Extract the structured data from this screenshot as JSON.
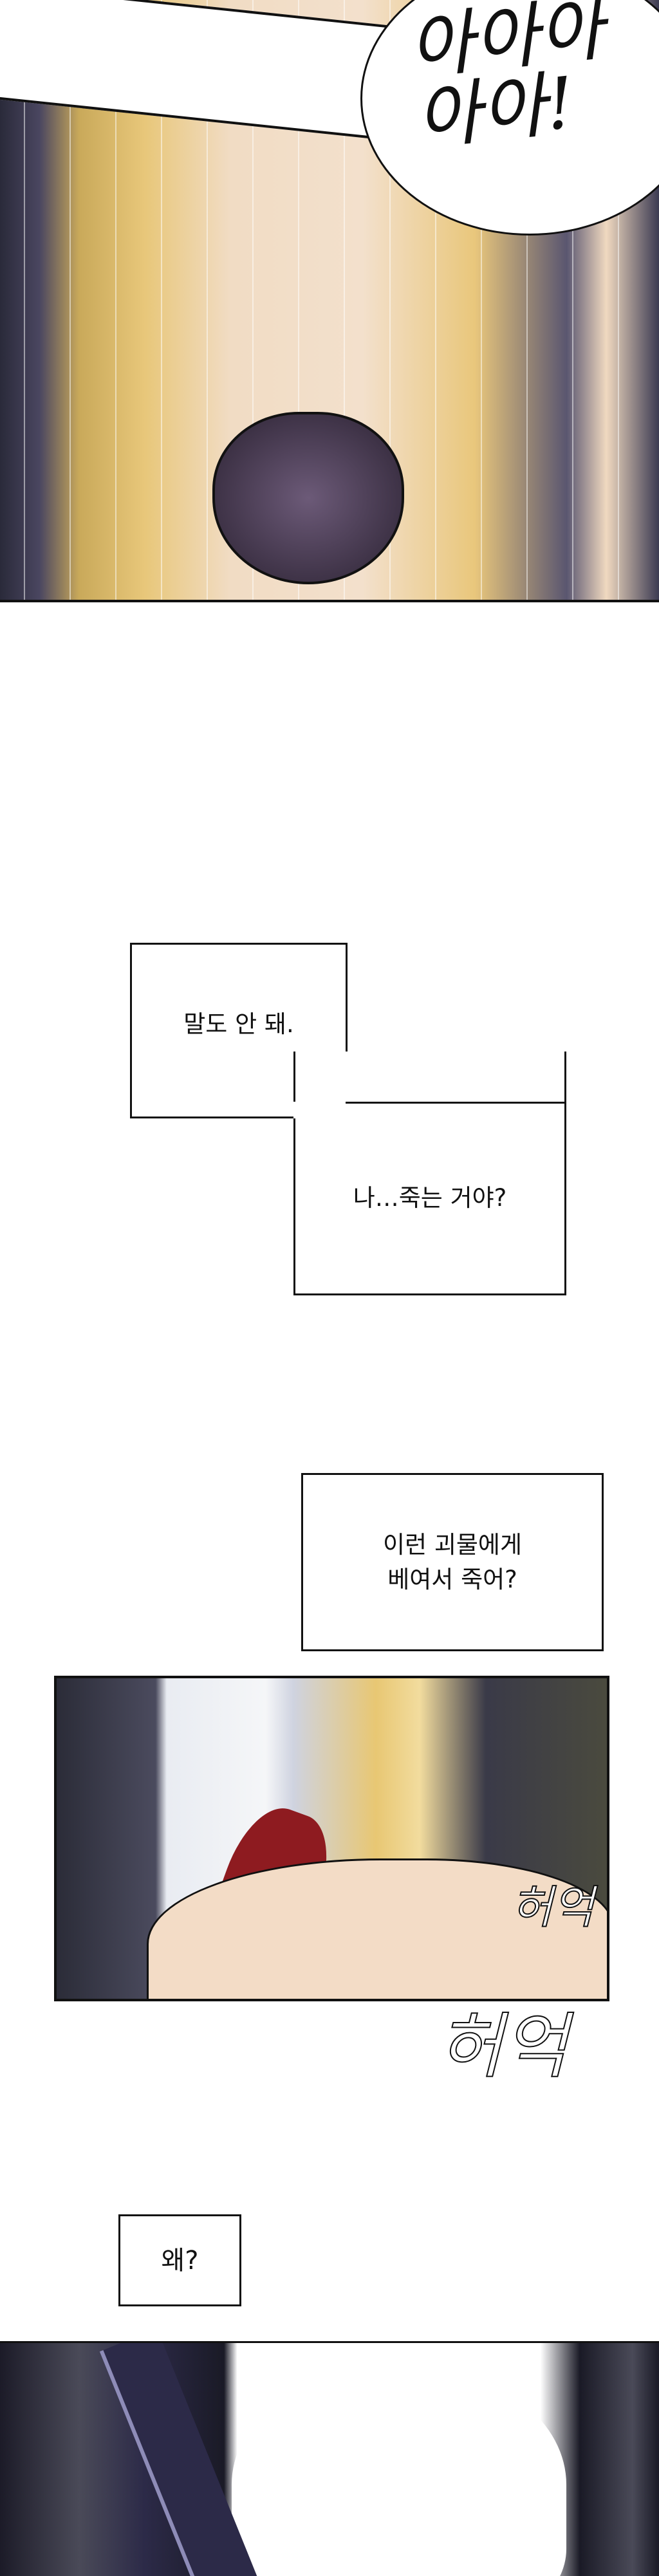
{
  "panel1": {
    "sfx": "아아아 아아!"
  },
  "captions": {
    "c1": "말도 안 돼.",
    "c2": "나…죽는 거야?",
    "c3_line1": "이런 괴물에게",
    "c3_line2": "베여서 죽어?",
    "c4": "왜?"
  },
  "panel2": {
    "sfx_small": "허억",
    "sfx_large": "허억"
  }
}
